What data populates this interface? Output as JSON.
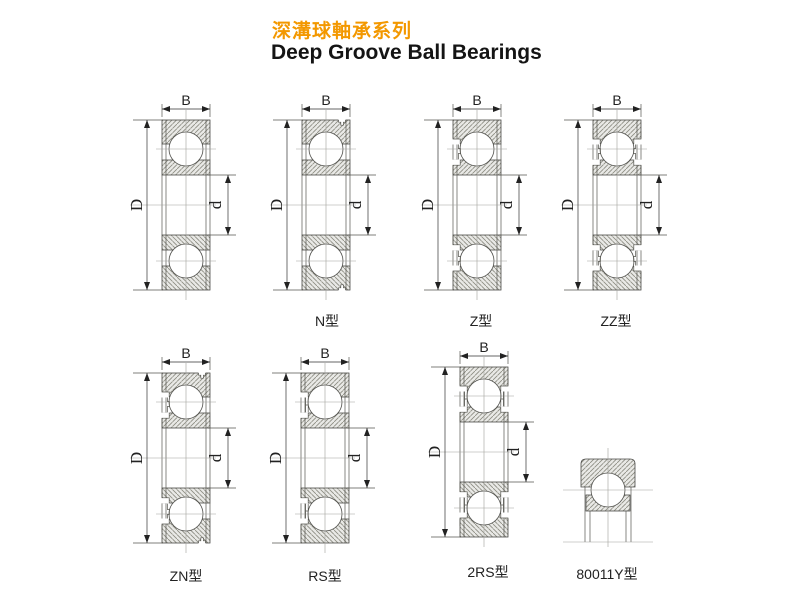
{
  "header": {
    "title_zh": "深溝球軸承系列",
    "title_en": "Deep Groove Ball Bearings"
  },
  "dimension_labels": {
    "width": "B",
    "outer_diameter": "D",
    "bore": "d"
  },
  "type_labels": {
    "n": "N型",
    "z": "Z型",
    "zz": "ZZ型",
    "zn": "ZN型",
    "rs": "RS型",
    "rs2": "2RS型",
    "y80011": "80011Y型"
  },
  "colors": {
    "title_accent": "#f39800",
    "text": "#1a1a1a",
    "hatch_fill": "#e9e9e6",
    "hatch_line": "#8a8a80",
    "outline": "#4a4a46",
    "dimension_line": "#333333"
  }
}
